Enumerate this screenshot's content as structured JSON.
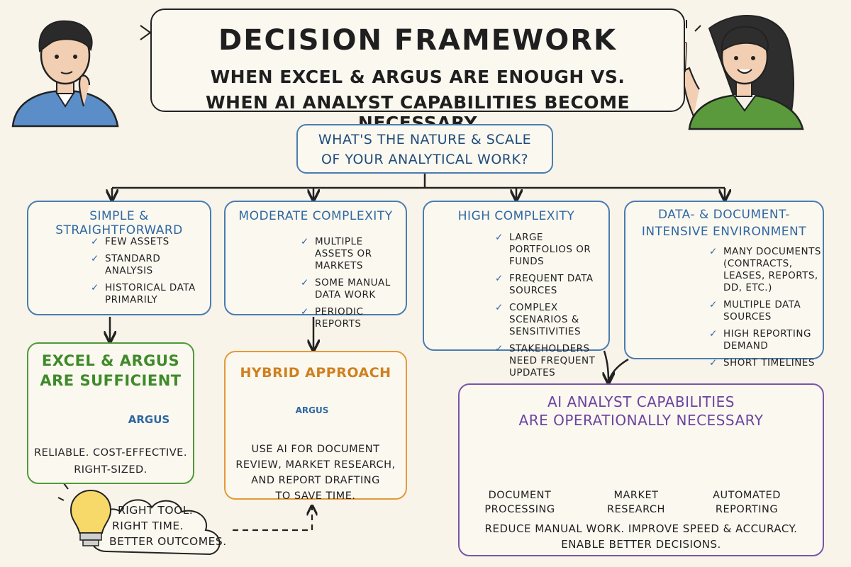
{
  "header": {
    "title": "Decision Framework",
    "subtitle_line1": "When Excel & Argus are enough vs.",
    "subtitle_line2": "When AI analyst capabilities become necessary"
  },
  "question": {
    "line1": "What's the nature & scale",
    "line2": "of your analytical work?"
  },
  "categories": [
    {
      "title": "Simple & Straightforward",
      "items": [
        "Few assets",
        "Standard analysis",
        "Historical data primarily"
      ]
    },
    {
      "title": "Moderate Complexity",
      "items": [
        "Multiple assets or markets",
        "Some manual data work",
        "Periodic reports"
      ]
    },
    {
      "title": "High Complexity",
      "items": [
        "Large portfolios or funds",
        "Frequent data sources",
        "Complex scenarios & sensitivities",
        "Stakeholders need frequent updates"
      ]
    },
    {
      "title_line1": "Data- & Document-",
      "title_line2": "Intensive Environment",
      "items": [
        "Many documents (contracts, leases, reports, DD, etc.)",
        "Multiple data sources",
        "High reporting demand",
        "Short timelines"
      ]
    }
  ],
  "outcomes": {
    "excel": {
      "title_line1": "Excel & Argus",
      "title_line2": "are sufficient",
      "icon_label": "ARGUS",
      "desc_line1": "Reliable. Cost-effective.",
      "desc_line2": "Right-sized."
    },
    "hybrid": {
      "title": "Hybrid Approach",
      "icon_label": "ARGUS",
      "desc_line1": "Use AI for document",
      "desc_line2": "review, market research,",
      "desc_line3": "and report drafting",
      "desc_line4": "to save time."
    },
    "ai": {
      "title_line1": "AI Analyst Capabilities",
      "title_line2": "are operationally necessary",
      "capabilities": [
        {
          "line1": "Document",
          "line2": "Processing"
        },
        {
          "line1": "Market",
          "line2": "Research"
        },
        {
          "line1": "Automated",
          "line2": "Reporting"
        }
      ],
      "foot_line1": "Reduce manual work. Improve speed & accuracy.",
      "foot_line2": "Enable better decisions."
    }
  },
  "note": {
    "line1": "Right tool.",
    "line2": "Right time.",
    "line3": "Better outcomes."
  },
  "colors": {
    "blue": "#4a7db0",
    "green": "#4f9a3a",
    "orange": "#e29a3a",
    "purple": "#7a55a8",
    "background": "#f8f4ea"
  }
}
